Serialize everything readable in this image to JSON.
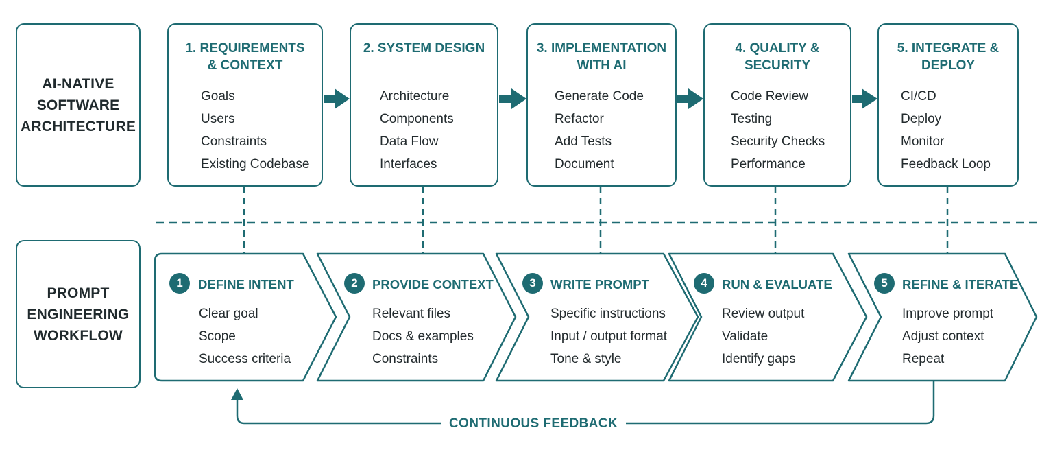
{
  "colors": {
    "accent": "#1e6b72",
    "text": "#232b2e",
    "background": "#ffffff"
  },
  "rows": {
    "architecture_label": "AI-NATIVE\nSOFTWARE\nARCHITECTURE",
    "workflow_label": "PROMPT\nENGINEERING\nWORKFLOW"
  },
  "stages": [
    {
      "title": "1. REQUIREMENTS\n& CONTEXT",
      "items": [
        "Goals",
        "Users",
        "Constraints",
        "Existing Codebase"
      ]
    },
    {
      "title": "2. SYSTEM DESIGN",
      "items": [
        "Architecture",
        "Components",
        "Data Flow",
        "Interfaces"
      ]
    },
    {
      "title": "3. IMPLEMENTATION\nWITH AI",
      "items": [
        "Generate Code",
        "Refactor",
        "Add Tests",
        "Document"
      ]
    },
    {
      "title": "4. QUALITY &\nSECURITY",
      "items": [
        "Code Review",
        "Testing",
        "Security Checks",
        "Performance"
      ]
    },
    {
      "title": "5. INTEGRATE &\nDEPLOY",
      "items": [
        "CI/CD",
        "Deploy",
        "Monitor",
        "Feedback Loop"
      ]
    }
  ],
  "steps": [
    {
      "number": "1",
      "title": "DEFINE INTENT",
      "items": [
        "Clear goal",
        "Scope",
        "Success criteria"
      ]
    },
    {
      "number": "2",
      "title": "PROVIDE CONTEXT",
      "items": [
        "Relevant files",
        "Docs & examples",
        "Constraints"
      ]
    },
    {
      "number": "3",
      "title": "WRITE PROMPT",
      "items": [
        "Specific instructions",
        "Input / output format",
        "Tone & style"
      ]
    },
    {
      "number": "4",
      "title": "RUN & EVALUATE",
      "items": [
        "Review output",
        "Validate",
        "Identify gaps"
      ]
    },
    {
      "number": "5",
      "title": "REFINE & ITERATE",
      "items": [
        "Improve prompt",
        "Adjust context",
        "Repeat"
      ]
    }
  ],
  "feedback": {
    "label": "CONTINUOUS FEEDBACK"
  }
}
